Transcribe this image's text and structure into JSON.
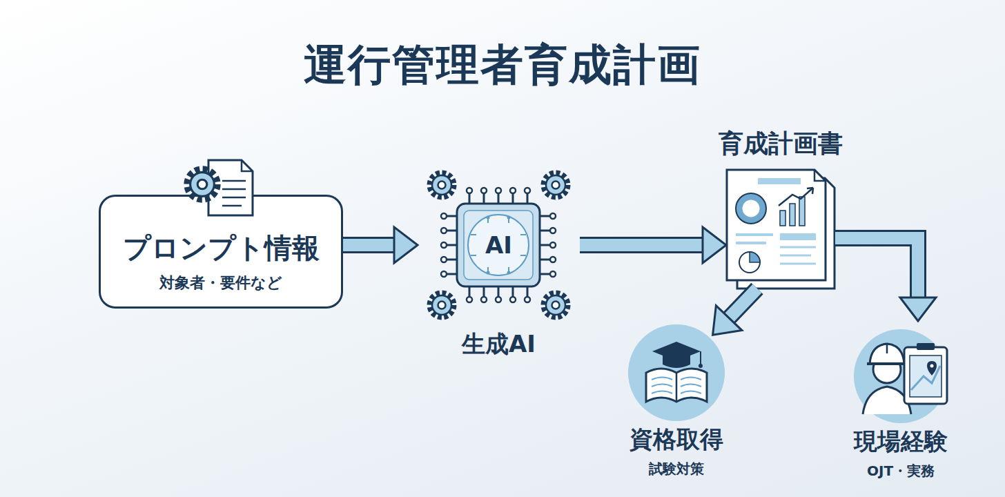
{
  "diagram": {
    "title": "運行管理者育成計画",
    "nodes": [
      {
        "text": [
          "プロンプト情報",
          "対象者・要件など"
        ]
      },
      {
        "text": [
          "AI",
          "生成AI"
        ]
      },
      {
        "text": [
          "育成計画書"
        ]
      },
      {
        "text": [
          "資格取得",
          "試験対策"
        ]
      },
      {
        "text": [
          "現場経験",
          "OJT・実務"
        ]
      }
    ],
    "edges": [
      {
        "from": 0,
        "to": 1,
        "arrow": "to"
      },
      {
        "from": 1,
        "to": 2,
        "arrow": "to"
      },
      {
        "from": 2,
        "to": 3,
        "arrow": "to"
      },
      {
        "from": 2,
        "to": 4,
        "arrow": "to"
      }
    ]
  }
}
